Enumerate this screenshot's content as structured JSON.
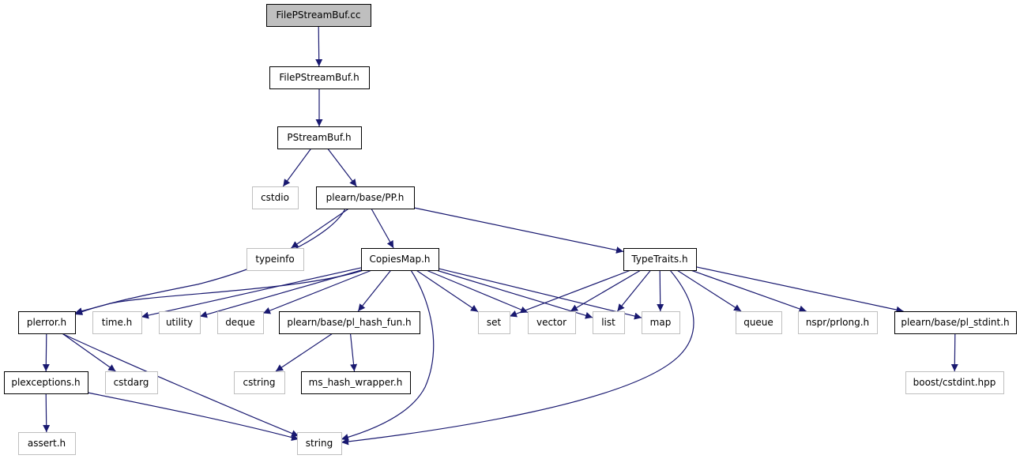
{
  "diagram": {
    "nodes": [
      {
        "id": "FilePStreamBufcc",
        "label": "FilePStreamBuf.cc",
        "style": "current"
      },
      {
        "id": "FilePStreamBufh",
        "label": "FilePStreamBuf.h",
        "style": "documented"
      },
      {
        "id": "PStreamBufh",
        "label": "PStreamBuf.h",
        "style": "documented"
      },
      {
        "id": "cstdio",
        "label": "cstdio",
        "style": "external"
      },
      {
        "id": "PPh",
        "label": "plearn/base/PP.h",
        "style": "documented"
      },
      {
        "id": "typeinfo",
        "label": "typeinfo",
        "style": "external"
      },
      {
        "id": "CopiesMaph",
        "label": "CopiesMap.h",
        "style": "documented"
      },
      {
        "id": "TypeTraitsh",
        "label": "TypeTraits.h",
        "style": "documented"
      },
      {
        "id": "plerrorh",
        "label": "plerror.h",
        "style": "documented"
      },
      {
        "id": "timeh",
        "label": "time.h",
        "style": "external"
      },
      {
        "id": "utility",
        "label": "utility",
        "style": "external"
      },
      {
        "id": "deque",
        "label": "deque",
        "style": "external"
      },
      {
        "id": "pl_hash_fun",
        "label": "plearn/base/pl_hash_fun.h",
        "style": "documented"
      },
      {
        "id": "set",
        "label": "set",
        "style": "external"
      },
      {
        "id": "vector",
        "label": "vector",
        "style": "external"
      },
      {
        "id": "list",
        "label": "list",
        "style": "external"
      },
      {
        "id": "map",
        "label": "map",
        "style": "external"
      },
      {
        "id": "queue",
        "label": "queue",
        "style": "external"
      },
      {
        "id": "prlong",
        "label": "nspr/prlong.h",
        "style": "external"
      },
      {
        "id": "pl_stdint",
        "label": "plearn/base/pl_stdint.h",
        "style": "documented"
      },
      {
        "id": "plexceptions",
        "label": "plexceptions.h",
        "style": "documented"
      },
      {
        "id": "cstdarg",
        "label": "cstdarg",
        "style": "external"
      },
      {
        "id": "cstring",
        "label": "cstring",
        "style": "external"
      },
      {
        "id": "ms_hash",
        "label": "ms_hash_wrapper.h",
        "style": "documented"
      },
      {
        "id": "cstdint",
        "label": "boost/cstdint.hpp",
        "style": "external"
      },
      {
        "id": "asserth",
        "label": "assert.h",
        "style": "external"
      },
      {
        "id": "string",
        "label": "string",
        "style": "external"
      }
    ],
    "edges": [
      [
        "FilePStreamBufcc",
        "FilePStreamBufh"
      ],
      [
        "FilePStreamBufh",
        "PStreamBufh"
      ],
      [
        "PStreamBufh",
        "cstdio"
      ],
      [
        "PStreamBufh",
        "PPh"
      ],
      [
        "PPh",
        "typeinfo"
      ],
      [
        "PPh",
        "CopiesMaph"
      ],
      [
        "PPh",
        "plerrorh"
      ],
      [
        "PPh",
        "TypeTraitsh"
      ],
      [
        "CopiesMaph",
        "plerrorh"
      ],
      [
        "CopiesMaph",
        "timeh"
      ],
      [
        "CopiesMaph",
        "utility"
      ],
      [
        "CopiesMaph",
        "deque"
      ],
      [
        "CopiesMaph",
        "pl_hash_fun"
      ],
      [
        "CopiesMaph",
        "set"
      ],
      [
        "CopiesMaph",
        "vector"
      ],
      [
        "CopiesMaph",
        "list"
      ],
      [
        "CopiesMaph",
        "map"
      ],
      [
        "CopiesMaph",
        "string"
      ],
      [
        "TypeTraitsh",
        "set"
      ],
      [
        "TypeTraitsh",
        "vector"
      ],
      [
        "TypeTraitsh",
        "list"
      ],
      [
        "TypeTraitsh",
        "map"
      ],
      [
        "TypeTraitsh",
        "queue"
      ],
      [
        "TypeTraitsh",
        "prlong"
      ],
      [
        "TypeTraitsh",
        "pl_stdint"
      ],
      [
        "TypeTraitsh",
        "string"
      ],
      [
        "plerrorh",
        "plexceptions"
      ],
      [
        "plerrorh",
        "cstdarg"
      ],
      [
        "plerrorh",
        "string"
      ],
      [
        "plexceptions",
        "asserth"
      ],
      [
        "plexceptions",
        "string"
      ],
      [
        "pl_hash_fun",
        "cstring"
      ],
      [
        "pl_hash_fun",
        "ms_hash"
      ],
      [
        "pl_stdint",
        "cstdint"
      ]
    ]
  },
  "colors": {
    "edge": "#191970",
    "current_fill": "#bfbfbf",
    "documented_stroke": "#000000",
    "external_stroke": "#bfbfbf",
    "text": "#000000"
  }
}
